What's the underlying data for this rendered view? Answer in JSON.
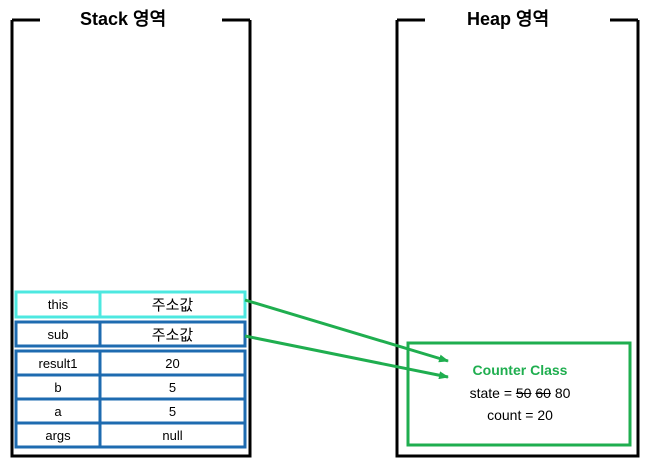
{
  "stack": {
    "title": "Stack 영역",
    "frames": {
      "this_row": {
        "name": "this",
        "value": "주소값"
      },
      "sub_row": {
        "name": "sub",
        "value": "주소값"
      },
      "main_rows": [
        {
          "name": "result1",
          "value": "20"
        },
        {
          "name": "b",
          "value": "5"
        },
        {
          "name": "a",
          "value": "5"
        },
        {
          "name": "args",
          "value": "null"
        }
      ]
    }
  },
  "heap": {
    "title": "Heap 영역",
    "object": {
      "class_name": "Counter Class",
      "state_prefix": "state = ",
      "state_old_1": "50",
      "state_old_2": "60",
      "state_current": "80",
      "count_line": "count = 20"
    }
  },
  "colors": {
    "frame_outline": "#000000",
    "this_frame": "#4de8e0",
    "stack_frame": "#1e6bb0",
    "object_box": "#1fae4f",
    "class_name_text": "#1fae4f",
    "reference_arrow": "#1fae4f"
  }
}
